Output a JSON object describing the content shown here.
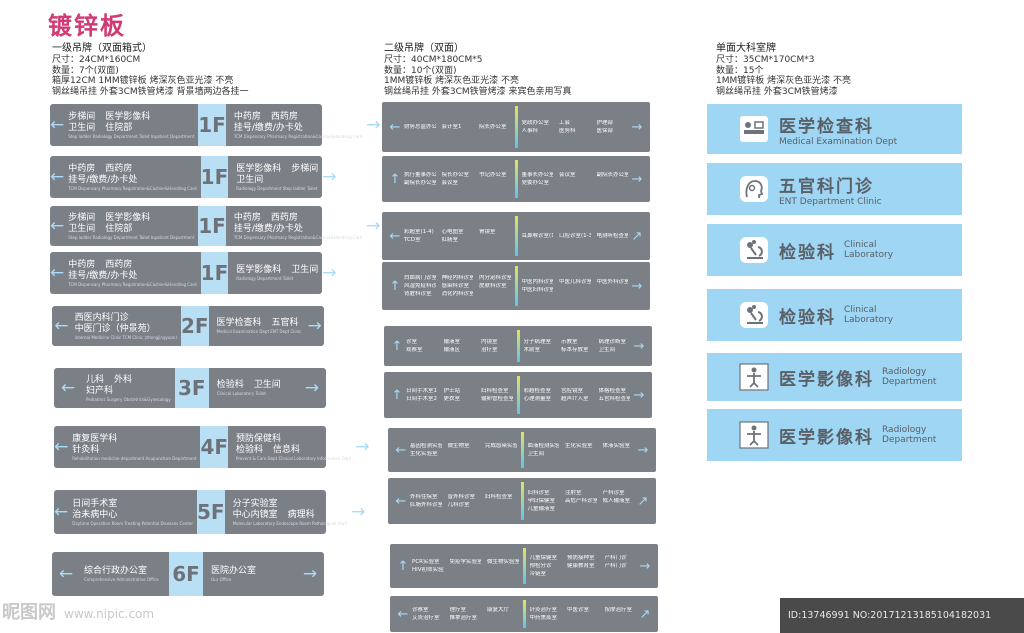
{
  "page": {
    "title": "镀锌板"
  },
  "col1": {
    "spec": {
      "title": "一级吊牌（双面箱式）",
      "lines": [
        "尺寸：24CM*160CM",
        "数量：7个(双面)",
        "箱厚12CM 1MM镀锌板 烤深灰色亚光漆 不亮",
        "钢丝绳吊挂 外套3CM铁管烤漆  背景墙两边各挂一"
      ]
    },
    "signs": [
      {
        "floor": "1F",
        "left": [
          [
            "步梯间",
            "医学影像科"
          ],
          [
            "卫生间",
            "住院部"
          ]
        ],
        "left_en": "Step ladder   Radiology Department   Toilet   Inpatient Department",
        "right": [
          [
            "中药房",
            "西药房"
          ],
          [
            "挂号/缴费/办卡处"
          ]
        ],
        "right_en": "TCM Dispensary   Pharmacy   Registration&Cashier&Handling Card"
      },
      {
        "floor": "1F",
        "left": [
          [
            "中药房",
            "西药房"
          ],
          [
            "挂号/缴费/办卡处"
          ]
        ],
        "left_en": "TCM Dispensary   Pharmacy   Registration&Cashier&Handling Card",
        "right": [
          [
            "医学影像科",
            "步梯间"
          ],
          [
            "卫生间"
          ]
        ],
        "right_en": "Radiology Department   Step ladder   Toilet"
      },
      {
        "floor": "1F",
        "left": [
          [
            "步梯间",
            "医学影像科"
          ],
          [
            "卫生间",
            "住院部"
          ]
        ],
        "left_en": "Step ladder   Radiology Department   Toilet   Inpatient Department",
        "right": [
          [
            "中药房",
            "西药房"
          ],
          [
            "挂号/缴费/办卡处"
          ]
        ],
        "right_en": "TCM Dispensary   Pharmacy   Registration&Cashier&Handling Card"
      },
      {
        "floor": "1F",
        "left": [
          [
            "中药房",
            "西药房"
          ],
          [
            "挂号/缴费/办卡处"
          ]
        ],
        "left_en": "TCM Dispensary   Pharmacy   Registration&Cashier&Handling Card",
        "right": [
          [
            "医学影像科",
            "卫生间"
          ]
        ],
        "right_en": "Radiology Department   Toilet"
      },
      {
        "floor": "2F",
        "left": [
          [
            "西医内科门诊"
          ],
          [
            "中医门诊（仲景苑）"
          ]
        ],
        "left_en": "Internal Medicine Clinic   TCM Clinic (zhongjingyuan)",
        "right": [
          [
            "医学检查科",
            "五官科"
          ]
        ],
        "right_en": "Medical Examination Dept   ENT Dept Clinic"
      },
      {
        "floor": "3F",
        "left": [
          [
            "儿科",
            "外科"
          ],
          [
            "妇产科"
          ]
        ],
        "left_en": "Pediatrics   Surgery   Obstetrics&Gynecology",
        "right": [
          [
            "检验科",
            "卫生间"
          ]
        ],
        "right_en": "Clinical Laboratory   Toilet"
      },
      {
        "floor": "4F",
        "left": [
          [
            "康复医学科"
          ],
          [
            "针灸科"
          ]
        ],
        "left_en": "Rehabilitation medicine department   Acupuncture Department",
        "right": [
          [
            "预防保健科"
          ],
          [
            "检验科",
            "信息科"
          ]
        ],
        "right_en": "Prevent & Care Dept   Clinical Laboratory   Information Dept"
      },
      {
        "floor": "5F",
        "left": [
          [
            "日间手术室"
          ],
          [
            "治未病中心"
          ]
        ],
        "left_en": "Daytime Operation Room   Treating Potential Diseases Center",
        "right": [
          [
            "分子实验室"
          ],
          [
            "中心内镜室",
            "病理科"
          ]
        ],
        "right_en": "Molecular Laboratory   Endoscope Room   Pathological Dept"
      },
      {
        "floor": "6F",
        "left": [
          [
            "综合行政办公室"
          ]
        ],
        "left_en": "Comprehensive Administrative Office",
        "right": [
          [
            "医院办公室"
          ]
        ],
        "right_en": "Our Office"
      }
    ]
  },
  "col2": {
    "spec": {
      "title": "二级吊牌（双面）",
      "lines": [
        "尺寸：40CM*180CM*5",
        "数量：10个(双面)",
        "1MM镀锌板 烤深灰色亚光漆 不亮",
        "钢丝绳吊挂 外套3CM铁管烤漆 来宾色亲用写真"
      ]
    },
    "signs": [
      {
        "arrow_left": "←",
        "arrow_right": "→",
        "left": [
          "财务总监办公室",
          "会计室1",
          "院长办公室"
        ],
        "right": [
          "党政办公室",
          "工会",
          "护理部",
          "人事科",
          "医务科",
          "医保部"
        ]
      },
      {
        "arrow_left": "↑",
        "arrow_right": "→",
        "left": [
          "执行董事办公室",
          "院长办公室",
          "书记办公室",
          "副院长办公室",
          "会议室"
        ],
        "right": [
          "董事长办公室",
          "会议室",
          "副院长办公室",
          "党委办公室"
        ]
      },
      {
        "arrow_left": "←",
        "arrow_right": "↗",
        "left": [
          "彩超室(1-4)",
          "心电图室",
          "胃镜室",
          "TCD室",
          "肛肠室"
        ],
        "right": [
          "耳鼻喉诊室(1-3)",
          "口腔诊室(1-3)",
          "电测听检查室"
        ]
      },
      {
        "arrow_left": "↑",
        "arrow_right": "→",
        "left": [
          "白血病门诊室",
          "神经内科诊室",
          "内分泌科诊室",
          "风湿免疫科诊室",
          "感染科诊室",
          "皮肤科诊室",
          "肾脏科诊室",
          "消化内科诊室"
        ],
        "right": [
          "中医内科诊室(1-13)",
          "中医儿科诊室",
          "中医外科诊室",
          "中医妇科诊室"
        ]
      },
      {
        "arrow_left": "↑",
        "arrow_right": "→",
        "left": [
          "诊室",
          "输液室",
          "内镜室",
          "观察室",
          "输液区",
          "治疗室"
        ],
        "right": [
          "分子病理室",
          "示教室",
          "病理诊断室",
          "术前室",
          "标本存放室",
          "卫生间"
        ]
      },
      {
        "arrow_left": "↑",
        "arrow_right": "→",
        "left": [
          "日间手术室1",
          "护士站",
          "妇科检查室",
          "日间手术室2",
          "更衣室",
          "输卵管检查室"
        ],
        "right": [
          "彩超检查室",
          "宫腔镜室",
          "体格检查室",
          "心理测量室",
          "超声介入室",
          "五官科检查室"
        ]
      },
      {
        "arrow_left": "←",
        "arrow_right": "→",
        "left": [
          "基因检测实验室",
          "微生物室",
          "完成感染实验室",
          "生化实验室"
        ],
        "right": [
          "血液检测实验室",
          "生化实验室",
          "体液实验室",
          "卫生间"
        ]
      },
      {
        "arrow_left": "←",
        "arrow_right": "↗",
        "left": [
          "外科住院室",
          "普外科诊室",
          "妇科检查室",
          "肛肠外科诊室",
          "儿科诊室"
        ],
        "right": [
          "妇科诊室",
          "注射室",
          "产科诊室",
          "孕妇保健室",
          "高危产科诊室",
          "成人输液室",
          "儿童输液室"
        ]
      },
      {
        "arrow_left": "↑",
        "arrow_right": "→",
        "left": [
          "PCR实验室",
          "免疫学实验室",
          "微生物实验室",
          "HIV初筛实验室"
        ],
        "right": [
          "儿童保健室",
          "预防接种室",
          "产科门诊",
          "预检分诊",
          "健康教育室",
          "产科门诊",
          "冷链室"
        ]
      },
      {
        "arrow_left": "←",
        "arrow_right": "↗",
        "left": [
          "诊察室",
          "理疗室",
          "康复大厅",
          "艾灸治疗室",
          "推拿治疗室"
        ],
        "right": [
          "针灸治疗室",
          "中医诊室",
          "按摩治疗室",
          "中药熏蒸室"
        ]
      }
    ]
  },
  "col3": {
    "spec": {
      "title": "单面大科室牌",
      "lines": [
        "尺寸：35CM*170CM*3",
        "数量：15个",
        "1MM镀锌板 烤深灰色亚光漆 不亮",
        "钢丝绳吊挂 外套3CM铁管烤漆"
      ]
    },
    "plates": [
      {
        "icon": "exam-bed-icon",
        "zh": "医学检查科",
        "en": "Medical Examination Dept"
      },
      {
        "icon": "ent-head-icon",
        "zh": "五官科门诊",
        "en": "ENT Department Clinic"
      },
      {
        "icon": "microscope-icon",
        "zh": "检验科",
        "en": "Clinical Laboratory"
      },
      {
        "icon": "microscope-icon",
        "zh": "检验科",
        "en": "Clinical Laboratory"
      },
      {
        "icon": "xray-icon",
        "zh": "医学影像科",
        "en": "Radiology Department"
      },
      {
        "icon": "xray-icon",
        "zh": "医学影像科",
        "en": "Radiology Department"
      }
    ]
  },
  "footer": {
    "watermark": "昵图网",
    "url": "www.nipic.com",
    "id_text": "ID:13746991 NO:20171213185104182031"
  },
  "colors": {
    "title": "#d23a73",
    "sign_gray": "#7b7f86",
    "accent_blue": "#9ed6f3",
    "arrow_blue": "#a9dbf6"
  }
}
